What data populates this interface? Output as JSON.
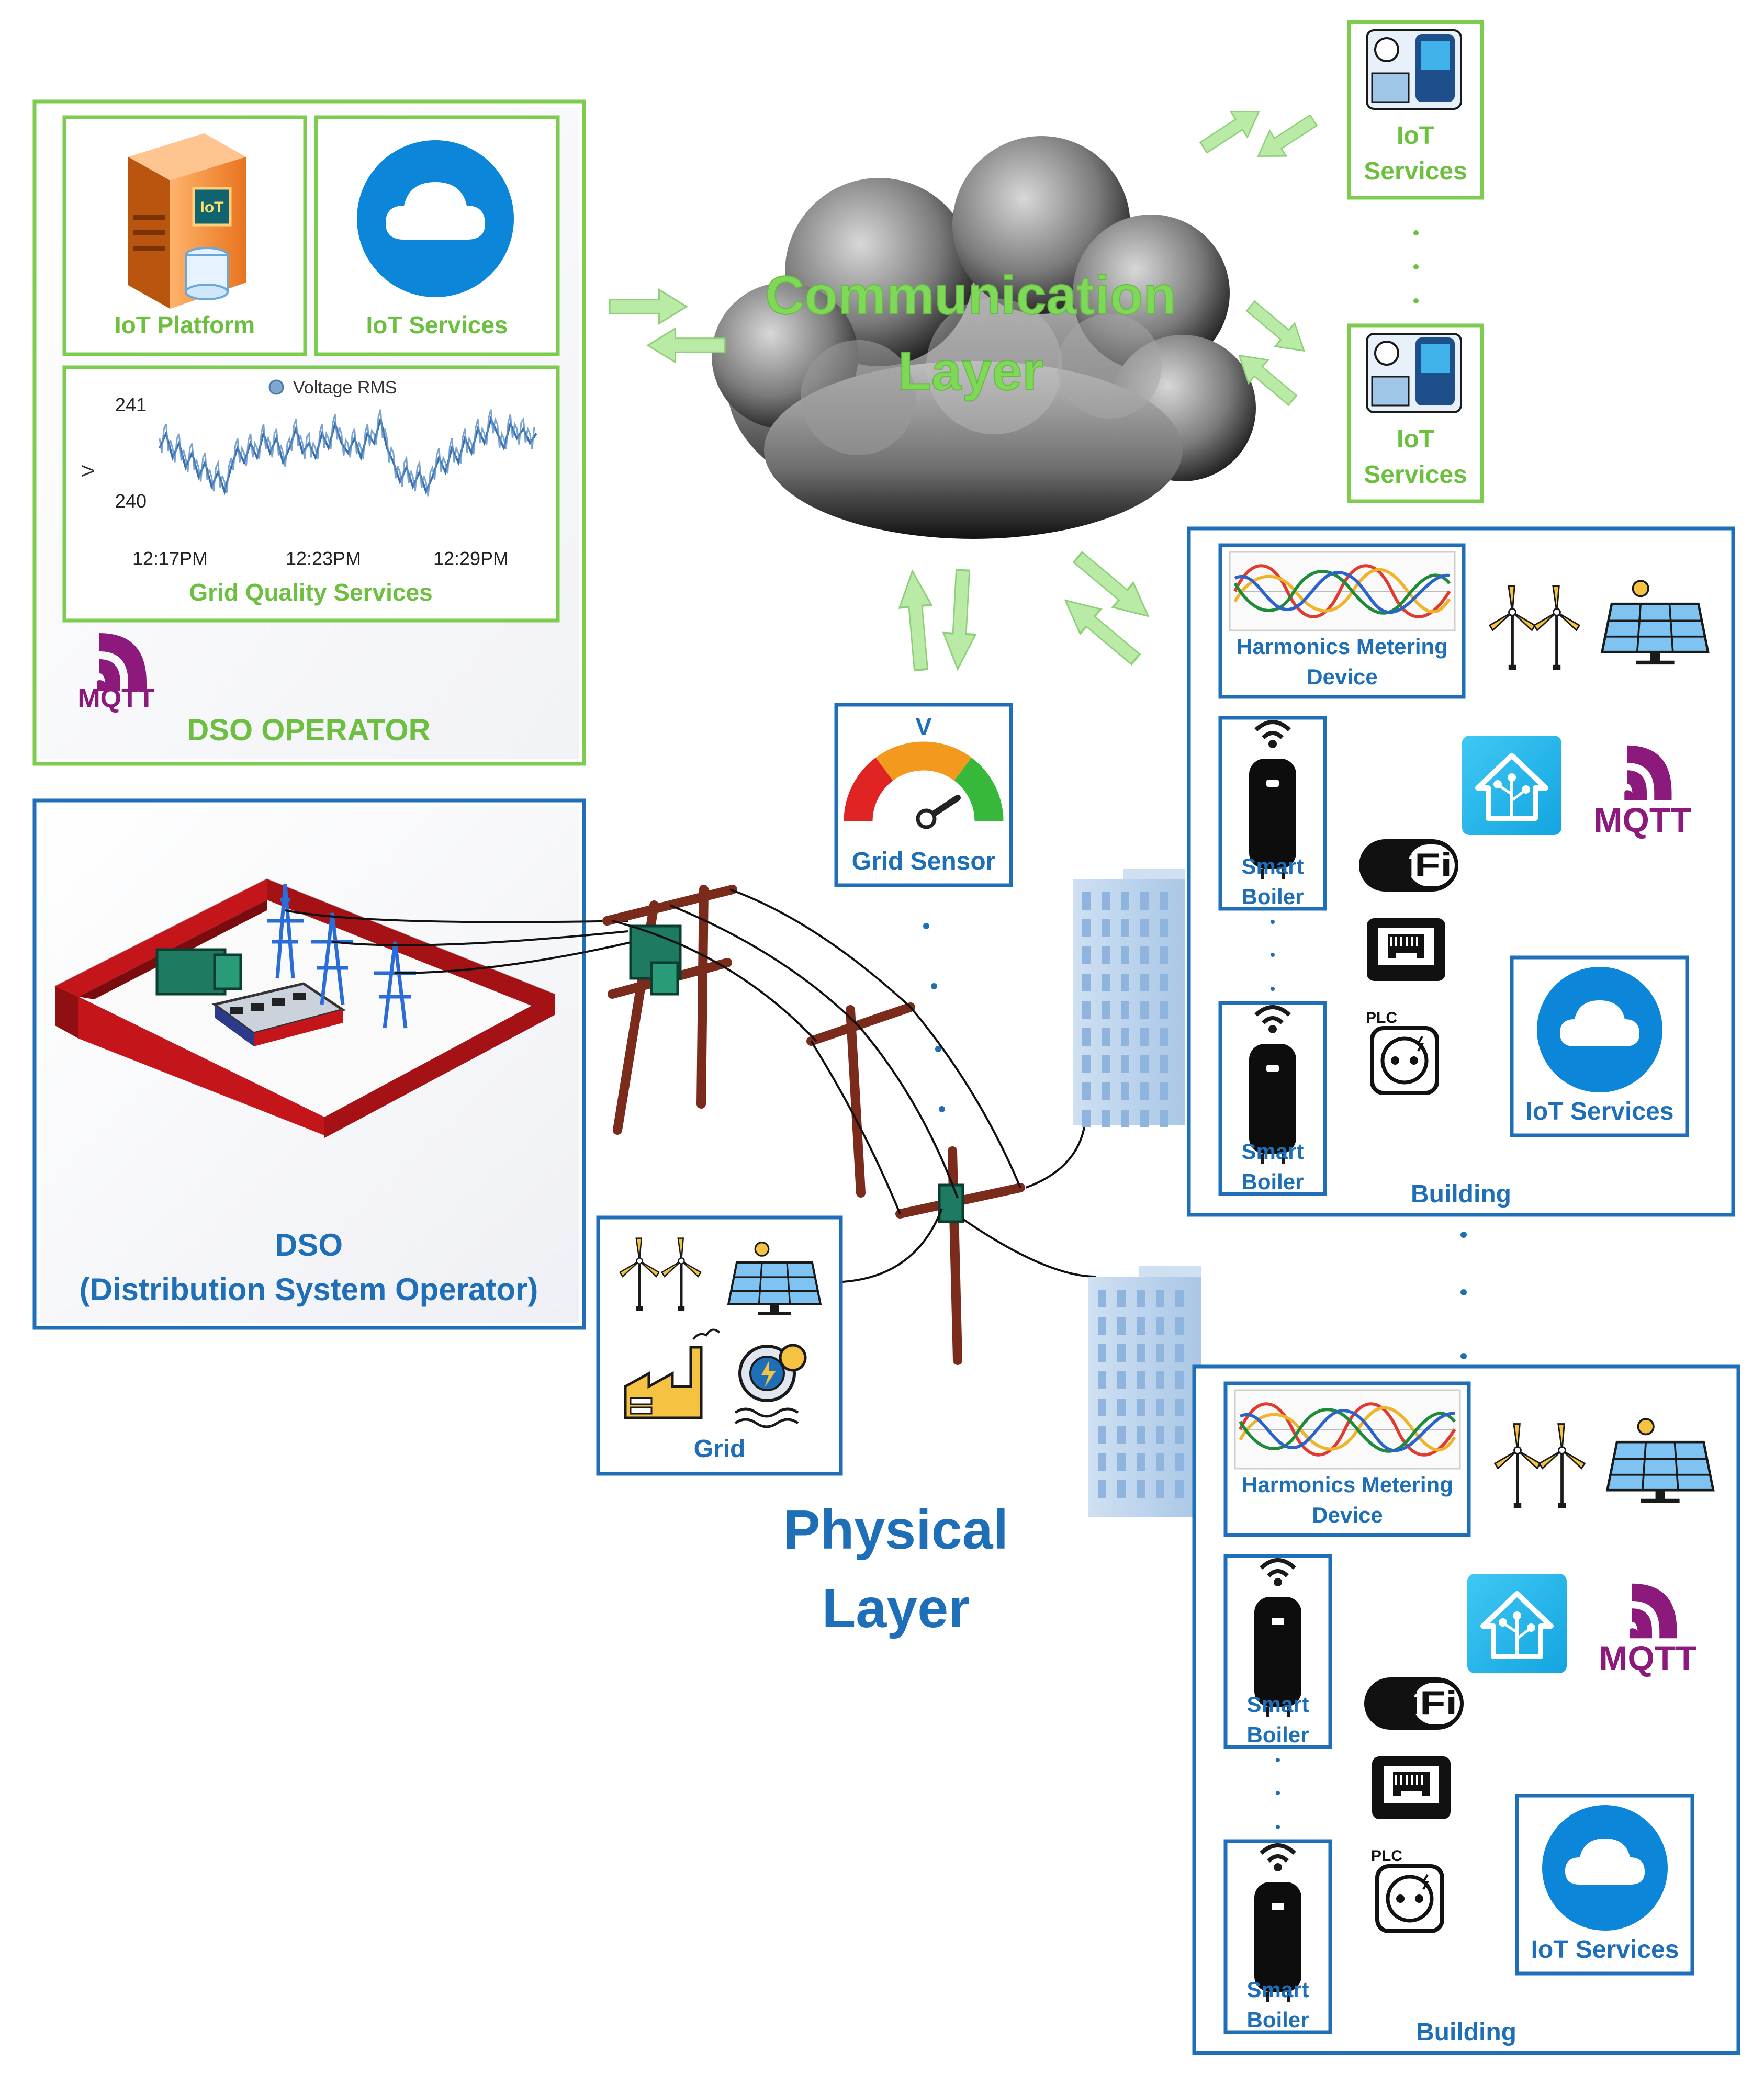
{
  "communication_layer": {
    "line1": "Communication",
    "line2": "Layer"
  },
  "physical_layer": {
    "line1": "Physical",
    "line2": "Layer"
  },
  "dso_operator": {
    "title": "DSO OPERATOR",
    "iot_platform": "IoT Platform",
    "iot_services": "IoT Services",
    "grid_quality_services": "Grid Quality Services",
    "mqtt": "MQTT",
    "server_badge": "IoT"
  },
  "chart_data": {
    "type": "line",
    "title": "",
    "legend": "Voltage RMS",
    "ylabel": "V",
    "ylim": [
      239.6,
      241.1
    ],
    "yticks": [
      "241",
      "240"
    ],
    "xticks": [
      "12:17PM",
      "12:23PM",
      "12:29PM"
    ],
    "series": [
      {
        "name": "Voltage RMS",
        "values": [
          240.55,
          240.7,
          240.45,
          240.6,
          240.35,
          240.5,
          240.25,
          240.4,
          240.15,
          240.3,
          240.1,
          240.35,
          240.55,
          240.4,
          240.6,
          240.45,
          240.7,
          240.5,
          240.65,
          240.4,
          240.55,
          240.75,
          240.5,
          240.6,
          240.45,
          240.7,
          240.55,
          240.8,
          240.6,
          240.5,
          240.65,
          240.45,
          240.7,
          240.6,
          240.85,
          240.55,
          240.4,
          240.2,
          240.35,
          240.15,
          240.3,
          240.1,
          240.25,
          240.45,
          240.3,
          240.55,
          240.4,
          240.65,
          240.5,
          240.75,
          240.6,
          240.85,
          240.7,
          240.55,
          240.8,
          240.65,
          240.75,
          240.6,
          240.7
        ]
      }
    ]
  },
  "iot_services_right": [
    {
      "line1": "IoT",
      "line2": "Services"
    },
    {
      "line1": "IoT",
      "line2": "Services"
    }
  ],
  "grid_sensor": {
    "unit": "V",
    "label": "Grid Sensor"
  },
  "dso": {
    "line1": "DSO",
    "line2": "(Distribution System Operator)"
  },
  "grid": {
    "label": "Grid"
  },
  "buildings": [
    {
      "harmonics_line1": "Harmonics Metering",
      "harmonics_line2": "Device",
      "boiler1_line1": "Smart",
      "boiler1_line2": "Boiler",
      "boiler2_line1": "Smart",
      "boiler2_line2": "Boiler",
      "wifi": "WiFi",
      "plc": "PLC",
      "mqtt": "MQTT",
      "iot_services": "IoT Services",
      "label": "Building"
    },
    {
      "harmonics_line1": "Harmonics Metering",
      "harmonics_line2": "Device",
      "boiler1_line1": "Smart",
      "boiler1_line2": "Boiler",
      "boiler2_line1": "Smart",
      "boiler2_line2": "Boiler",
      "wifi": "WiFi",
      "plc": "PLC",
      "mqtt": "MQTT",
      "iot_services": "IoT Services",
      "label": "Building"
    }
  ]
}
